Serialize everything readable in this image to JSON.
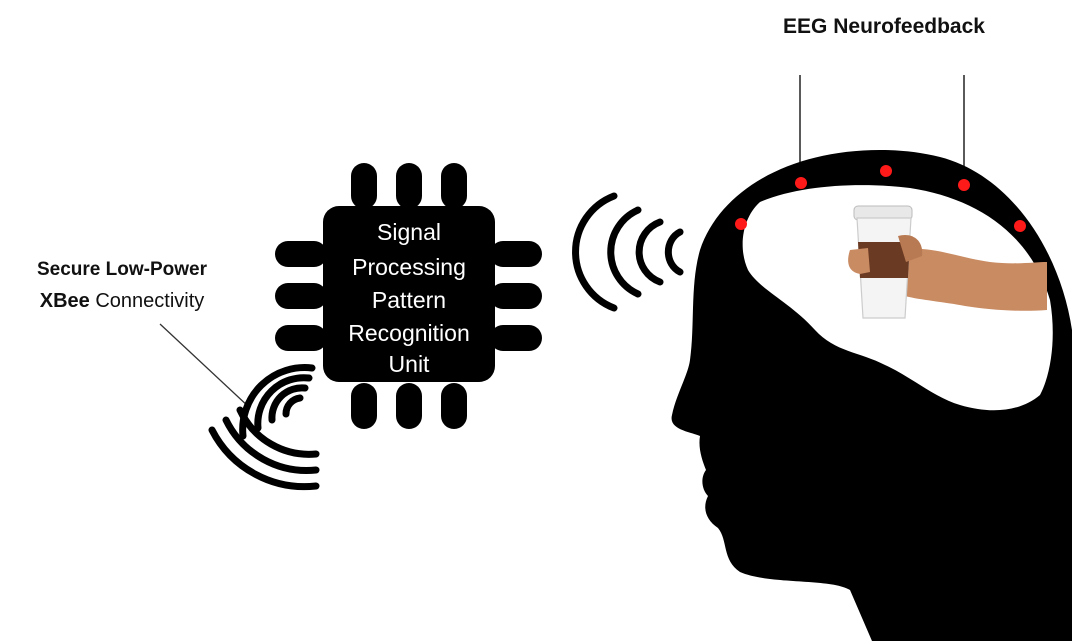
{
  "eeg_label": "EEG Neurofeedback",
  "xbee_label": {
    "line1": "Secure Low-Power",
    "bold": "XBee",
    "rest": " Connectivity"
  },
  "chip_lines": [
    "Signal",
    "Processing",
    "Pattern",
    "Recognition",
    "Unit"
  ],
  "colors": {
    "ink": "#000000",
    "electrode": "#ff1a1a",
    "cup": "#f4f4f4",
    "sleeve": "#6b3a22",
    "skin": "#c98b62"
  },
  "icons": {
    "left_signal": "wireless-waves-icon",
    "right_signal": "wireless-waves-icon",
    "chip": "microchip-icon",
    "head": "human-head-silhouette-icon",
    "coffee": "coffee-cup-in-hand-icon"
  }
}
